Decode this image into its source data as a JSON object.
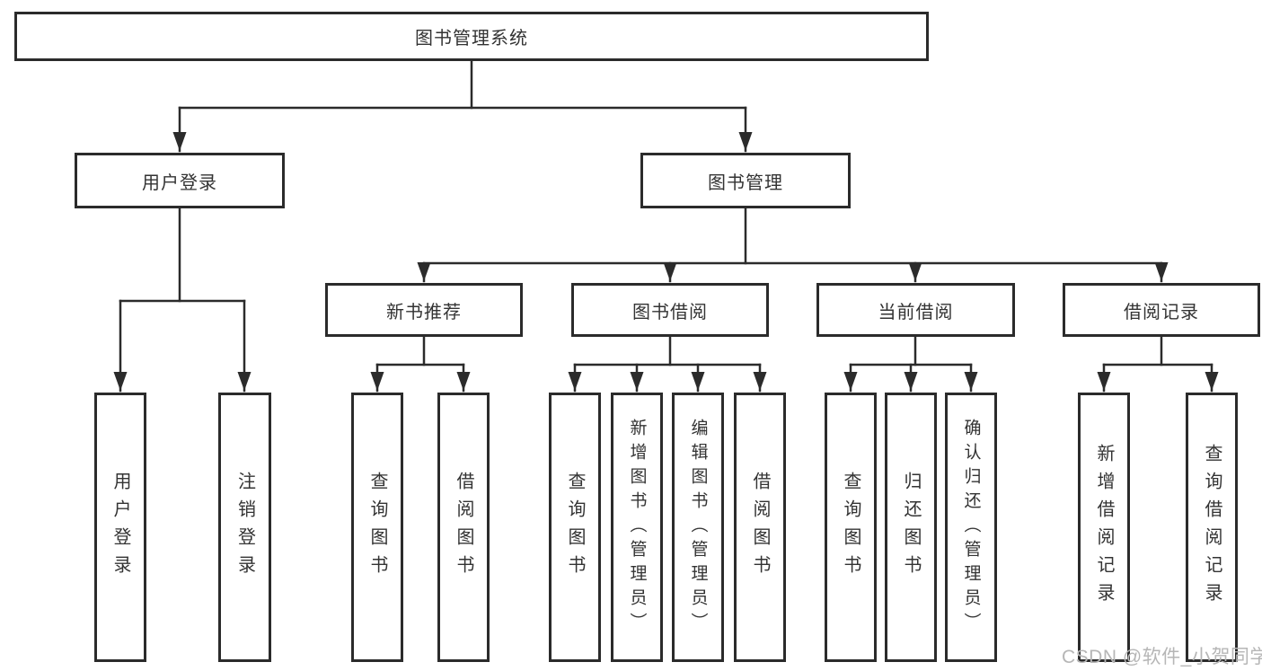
{
  "diagram": {
    "tree": {
      "root": {
        "label": "图书管理系统",
        "children": [
          {
            "label": "用户登录",
            "children": [
              {
                "label": "用户登录"
              },
              {
                "label": "注销登录"
              }
            ]
          },
          {
            "label": "图书管理",
            "children": [
              {
                "label": "新书推荐",
                "children": [
                  {
                    "label": "查询图书"
                  },
                  {
                    "label": "借阅图书"
                  }
                ]
              },
              {
                "label": "图书借阅",
                "children": [
                  {
                    "label": "查询图书"
                  },
                  {
                    "label": "新增图书（管理员）"
                  },
                  {
                    "label": "编辑图书（管理员）"
                  },
                  {
                    "label": "借阅图书"
                  }
                ]
              },
              {
                "label": "当前借阅",
                "children": [
                  {
                    "label": "查询图书"
                  },
                  {
                    "label": "归还图书"
                  },
                  {
                    "label": "确认归还（管理员）"
                  }
                ]
              },
              {
                "label": "借阅记录",
                "children": [
                  {
                    "label": "新增借阅记录"
                  },
                  {
                    "label": "查询借阅记录"
                  }
                ]
              }
            ]
          }
        ]
      }
    },
    "colors": {
      "line": "#2b2b2b",
      "border": "#2b2b2b",
      "text": "#333333",
      "background": "#ffffff",
      "watermark": "#b6b6b6"
    }
  },
  "watermark": {
    "text": "CSDN @软件_小贺同学"
  }
}
